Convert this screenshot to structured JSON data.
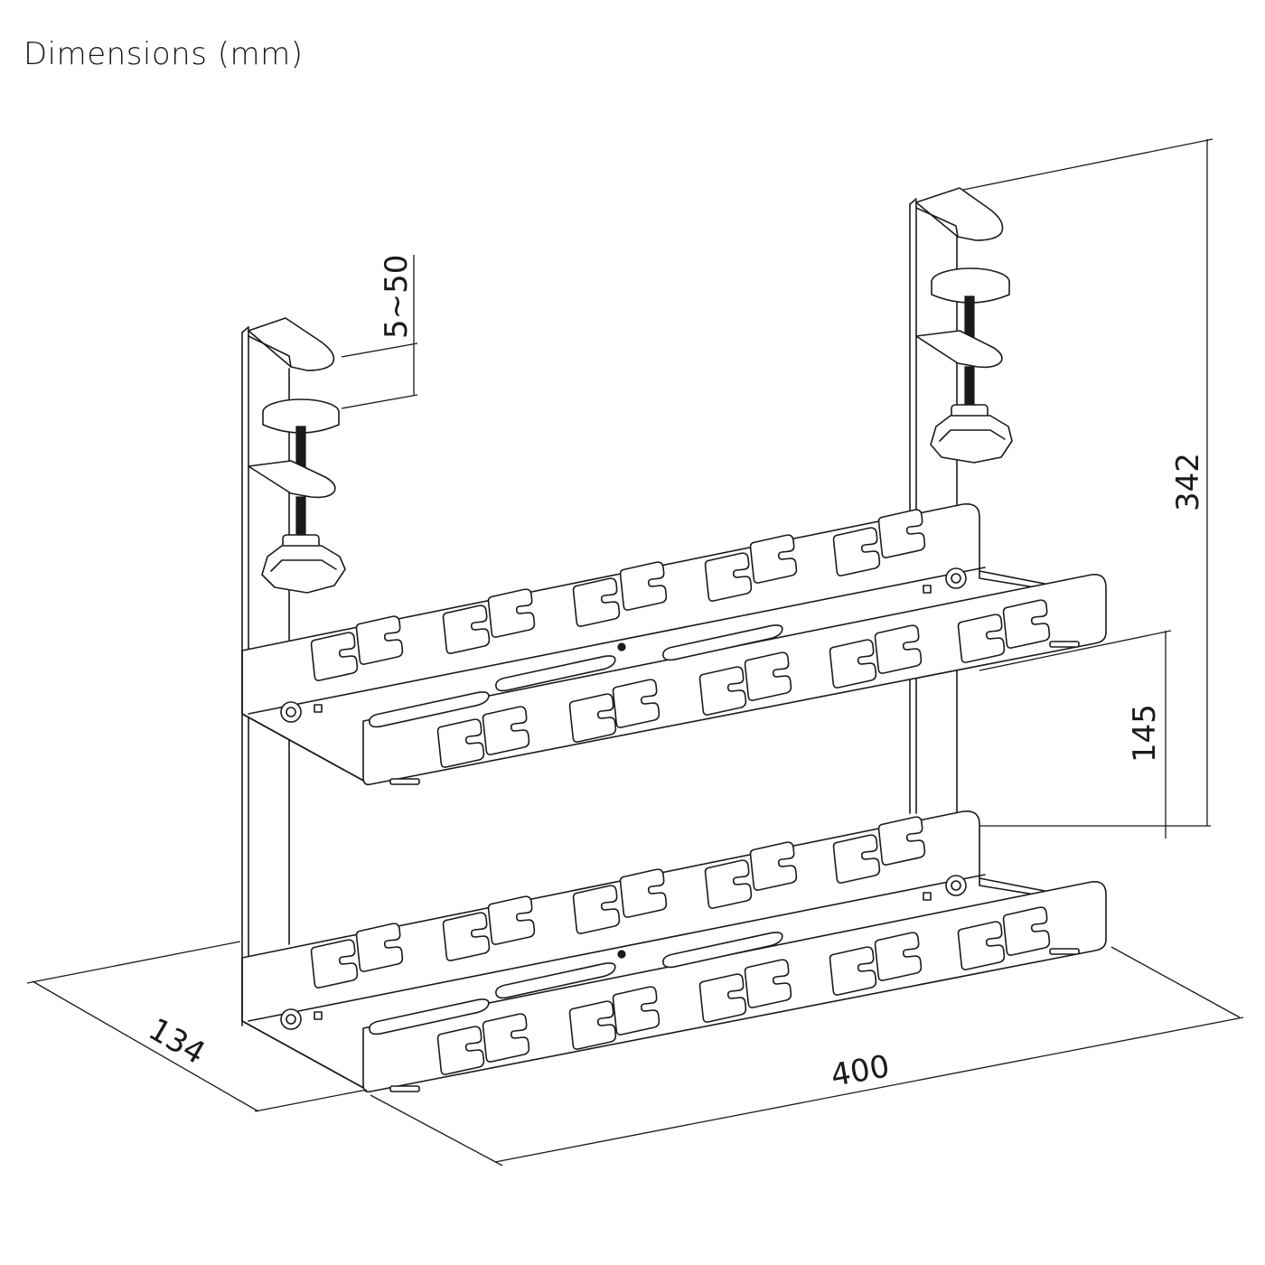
{
  "title": "Dimensions (mm)",
  "dimensions": {
    "clamp_range": "5~50",
    "total_height": "342",
    "tray_height": "145",
    "depth": "134",
    "width": "400"
  },
  "colors": {
    "line": "#1a1a1a",
    "background": "#ffffff"
  }
}
